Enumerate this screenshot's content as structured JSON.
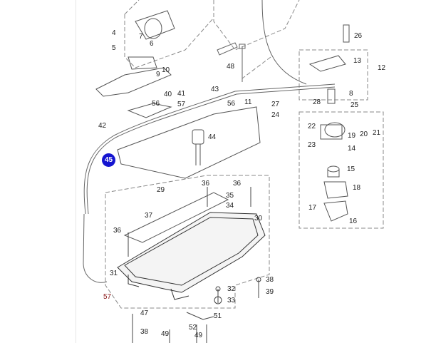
{
  "diagram": {
    "highlighted_callout": "45",
    "highlight_color": "#1515d0",
    "callouts": [
      "4",
      "5",
      "6",
      "7",
      "9",
      "10",
      "40",
      "41",
      "56",
      "57",
      "42",
      "43",
      "44",
      "48",
      "26",
      "13",
      "12",
      "8",
      "25",
      "27",
      "24",
      "28",
      "56",
      "11",
      "22",
      "19",
      "20",
      "21",
      "23",
      "14",
      "15",
      "18",
      "17",
      "16",
      "29",
      "36",
      "36",
      "35",
      "34",
      "37",
      "36",
      "30",
      "31",
      "57",
      "38",
      "39",
      "32",
      "33",
      "47",
      "51",
      "38",
      "52",
      "49",
      "49"
    ]
  }
}
